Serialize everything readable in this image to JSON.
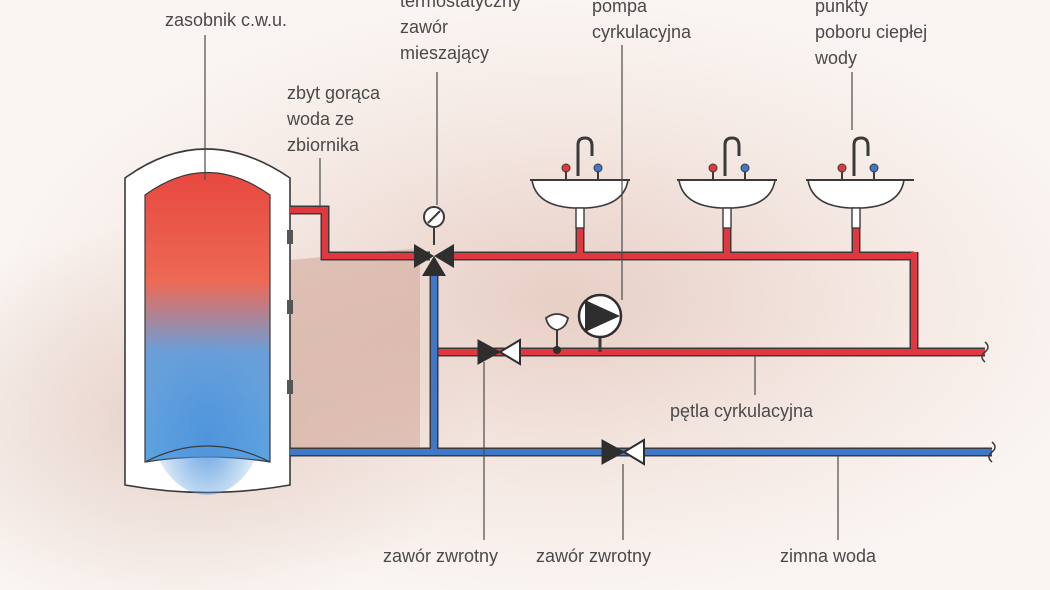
{
  "labels": {
    "tank": "zasobnik c.w.u.",
    "hot_water": "zbyt gorąca\nwoda ze\nzbiornika",
    "mixing_valve": "termostatyczny\nzawór\nmieszający",
    "pump": "pompa\ncyrkulacyjna",
    "draw_points": "punkty\npoboru ciepłej\nwody",
    "loop": "pętla cyrkulacyjna",
    "check_valve_1": "zawór zwrotny",
    "check_valve_2": "zawór zwrotny",
    "cold_water": "zimna woda"
  },
  "colors": {
    "hot": "#e0383e",
    "cold": "#3f78c8",
    "line": "#3a3a3a",
    "text": "#4a4a4a"
  },
  "icons": [
    "water-tank-icon",
    "mixing-valve-icon",
    "circulation-pump-icon",
    "check-valve-icon",
    "washbasin-icon",
    "pressure-gauge-icon"
  ]
}
